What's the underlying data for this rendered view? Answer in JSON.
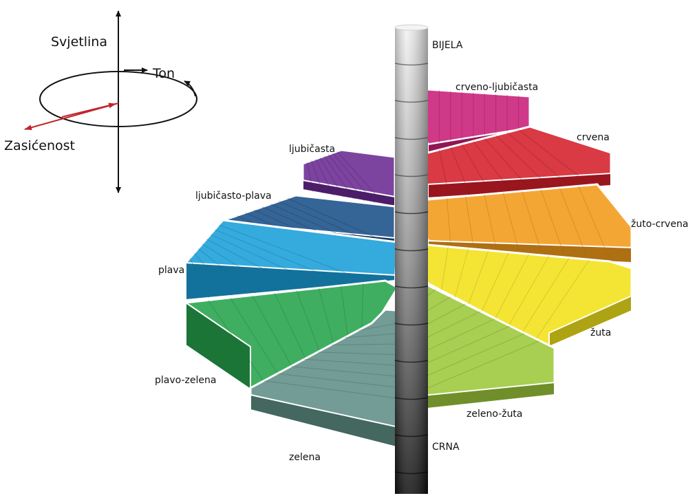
{
  "legend": {
    "lightness": "Svjetlina",
    "hue": "Ton",
    "saturation": "Zasićenost"
  },
  "column": {
    "top_label": "BIJELA",
    "bottom_label": "CRNA"
  },
  "sectors": [
    {
      "id": "crveno-ljubicasta",
      "label": "crveno-ljubičasta",
      "color": "#c81e78"
    },
    {
      "id": "crvena",
      "label": "crvena",
      "color": "#d41f2a"
    },
    {
      "id": "zuto-crvena",
      "label": "žuto-crvena",
      "color": "#f39a1a"
    },
    {
      "id": "zuta",
      "label": "žuta",
      "color": "#f2e21a"
    },
    {
      "id": "zeleno-zuta",
      "label": "zeleno-žuta",
      "color": "#9cc73a"
    },
    {
      "id": "zelena",
      "label": "zelena",
      "color": "#5f8f86"
    },
    {
      "id": "plavo-zelena",
      "label": "plavo-zelena",
      "color": "#26a34b"
    },
    {
      "id": "plava",
      "label": "plava",
      "color": "#1a9ed8"
    },
    {
      "id": "ljubicasto-plava",
      "label": "ljubičasto-plava",
      "color": "#1a4f88"
    },
    {
      "id": "ljubicasta",
      "label": "ljubičasta",
      "color": "#6a2a92"
    }
  ]
}
